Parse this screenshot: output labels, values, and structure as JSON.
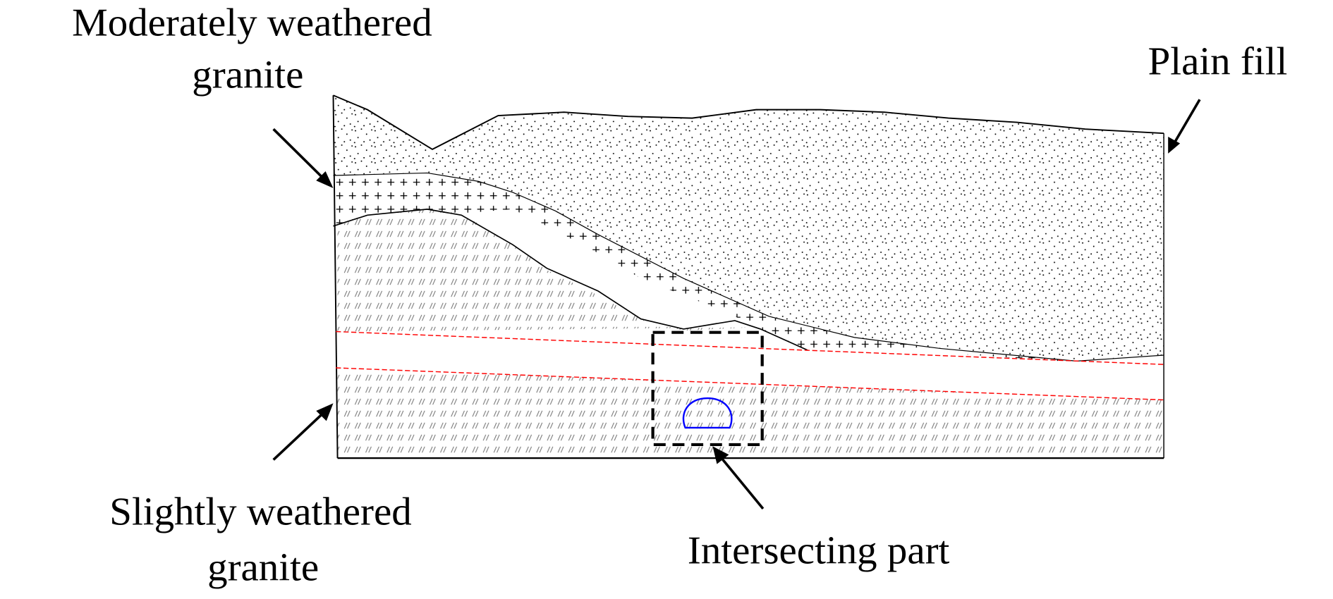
{
  "labels": {
    "moderately_line1": "Moderately weathered",
    "moderately_line2": "granite",
    "plain_fill": "Plain fill",
    "slightly_line1": "Slightly weathered",
    "slightly_line2": "granite",
    "intersecting": "Intersecting part"
  },
  "colors": {
    "fault_lines": "#ff0000",
    "tunnel": "#0000ff",
    "outline": "#000000"
  }
}
